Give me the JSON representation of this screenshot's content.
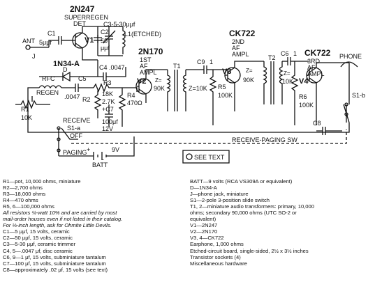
{
  "schematic": {
    "tubes": {
      "v1": {
        "type": "2N247",
        "role_line1": "SUPERREGEN",
        "role_line2": "DET",
        "ref": "V1"
      },
      "v2": {
        "type": "2N170",
        "role_line1": "1ST",
        "role_line2": "AF",
        "role_line3": "AMPL",
        "ref": "V2"
      },
      "v3": {
        "type": "CK722",
        "role_line1": "2ND",
        "role_line2": "AF",
        "role_line3": "AMPL",
        "ref": "V3"
      },
      "v4": {
        "type": "CK722",
        "role_line1": "3RD",
        "role_line2": "AF",
        "role_line3": "AMPL",
        "ref": "V4"
      }
    },
    "labels": {
      "ant": "ANT",
      "j": "J",
      "c1": "C1",
      "c1_val": "5μμf",
      "c2": "C2",
      "c2_val1": "50",
      "c2_val2": "μμf",
      "c3": "C3-5-30μμf",
      "l1": "L1(ETCHED)",
      "diode": "1N34-A",
      "d": "D",
      "c4": "C4 .0047",
      "c5": "C5",
      "c5_val": ".0047",
      "rfc": "RFC",
      "r1": "R1",
      "r1_val": "10K",
      "regen": "REGEN",
      "r3": "R3",
      "r3_val": "18K",
      "r2": "R2",
      "r2_val": "2.7K",
      "r4": "R4",
      "r4_val": "470Ω",
      "c7": "+C7",
      "c7_val1": "100μf",
      "c7_val2": "12V",
      "t1": "T1",
      "z90k_1": "Z=",
      "z90k_1b": "90K",
      "z10k_1": "Z=10K",
      "c9": "C9",
      "one1": "1",
      "r5": "R5",
      "r5_val": "100K",
      "t2": "T2",
      "z90k_2": "Z=",
      "z90k_2b": "90K",
      "z10k_2": "Z=",
      "z10k_2b": "10K",
      "c6": "C6",
      "one2": "1",
      "r6": "R6",
      "r6_val": "100K",
      "phone": "PHONE",
      "s1b": "S1-b",
      "c8": "C8",
      "receive": "RECEIVE",
      "s1a": "S1-a",
      "off": "OFF",
      "paging": "PAGING",
      "batt_v": "9V",
      "batt": "BATT",
      "plus": "+",
      "minus": "-",
      "receive_paging_sw": "RECEIVE-PAGING SW",
      "see_text": "SEE TEXT"
    }
  },
  "parts_left": [
    "R1—pot, 10,000 ohms, miniature",
    "R2—2,700 ohms",
    "R3—18,000 ohms",
    "R4—470 ohms",
    "R5, 6—100,000 ohms",
    "All resistors ¼-watt 10% and are carried by most",
    "mail-order houses even if not listed in their catalog.",
    "For ⅛-inch length, ask for Ohmite Little Devils.",
    "C1—5 μμf, 15 volts, ceramic",
    "C2—50 μμf, 15 volts, ceramic",
    "C3—5-30 μμf, ceramic trimmer",
    "C4, 5—.0047 μf, disc ceramic",
    "C6, 9—1 μf, 15 volts, subminiature tantalum",
    "C7—100 μf, 15 volts, subminiature tantalum",
    "C8—approximately .02 μf, 15 volts (see text)"
  ],
  "parts_right": [
    "BATT—9 volts (RCA VS309A or equivalent)",
    "D—1N34-A",
    "J—phone jack, miniature",
    "S1—2-pole 3-position slide switch",
    "T1, 2—miniature audio transformers: primary, 10,000",
    "ohms; secondary 90,000 ohms (UTC SO-2 or",
    "equivalent)",
    "V1—2N247",
    "V2—2N170",
    "V3, 4—CK722",
    "Earphone, 1,000 ohms",
    "Etched-circuit board, single-sided, 2½ x 3½ inches",
    "Transistor sockets (4)",
    "Miscellaneous hardware"
  ]
}
